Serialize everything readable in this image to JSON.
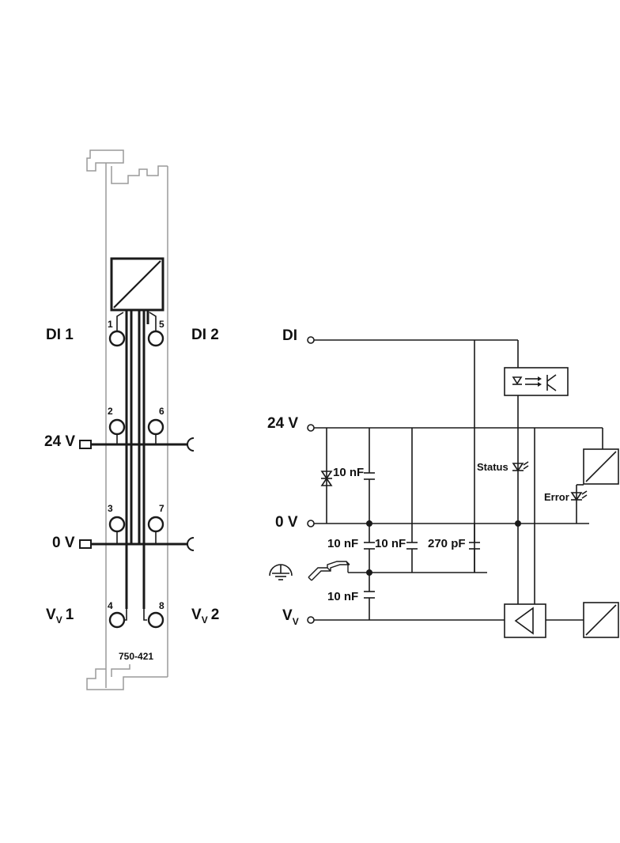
{
  "module": {
    "part_number": "750-421",
    "left_labels": {
      "di1": "DI 1",
      "di2": "DI 2",
      "v24": "24 V",
      "v0": "0 V",
      "vv1_main": "V",
      "vv1_sub": "V",
      "vv1_num": "1",
      "vv2_main": "V",
      "vv2_sub": "V",
      "vv2_num": "2"
    },
    "pins": [
      "1",
      "5",
      "2",
      "6",
      "3",
      "7",
      "4",
      "8"
    ]
  },
  "schematic": {
    "inputs": {
      "di": "DI",
      "v24": "24 V",
      "v0": "0 V",
      "vv_main": "V",
      "vv_sub": "V"
    },
    "components": {
      "c_zener": "10 nF",
      "c_0v_1": "10 nF",
      "c_0v_2": "10 nF",
      "c_270": "270 pF",
      "c_vv": "10 nF"
    },
    "leds": {
      "status": "Status",
      "error": "Error"
    }
  }
}
